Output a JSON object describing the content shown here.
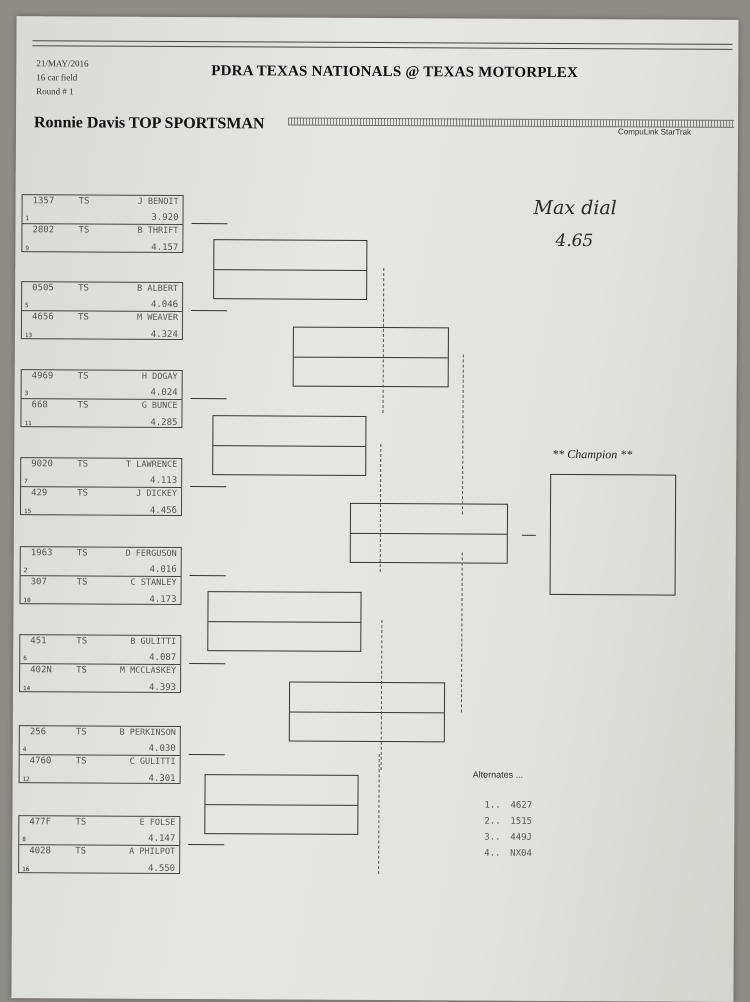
{
  "header": {
    "date": "21/MAY/2016",
    "field": "16 car field",
    "round": "Round # 1",
    "title": "PDRA TEXAS NATIONALS @ TEXAS MOTORPLEX",
    "class_name": "Ronnie Davis TOP SPORTSMAN",
    "software": "CompuLink StarTrak"
  },
  "pairings": [
    {
      "top": {
        "num": "1357",
        "cls": "TS",
        "driver": "J BENOIT",
        "seed": "1",
        "dial": "3.920"
      },
      "bot": {
        "num": "2802",
        "cls": "TS",
        "driver": "B THRIFT",
        "seed": "9",
        "dial": "4.157"
      }
    },
    {
      "top": {
        "num": "0505",
        "cls": "TS",
        "driver": "B ALBERT",
        "seed": "5",
        "dial": "4.046"
      },
      "bot": {
        "num": "4656",
        "cls": "TS",
        "driver": "M WEAVER",
        "seed": "13",
        "dial": "4.324"
      }
    },
    {
      "top": {
        "num": "4969",
        "cls": "TS",
        "driver": "H DOGAY",
        "seed": "3",
        "dial": "4.024"
      },
      "bot": {
        "num": "668",
        "cls": "TS",
        "driver": "G BUNCE",
        "seed": "11",
        "dial": "4.285"
      }
    },
    {
      "top": {
        "num": "9020",
        "cls": "TS",
        "driver": "T LAWRENCE",
        "seed": "7",
        "dial": "4.113"
      },
      "bot": {
        "num": "429",
        "cls": "TS",
        "driver": "J DICKEY",
        "seed": "15",
        "dial": "4.456"
      }
    },
    {
      "top": {
        "num": "1963",
        "cls": "TS",
        "driver": "D FERGUSON",
        "seed": "2",
        "dial": "4.016"
      },
      "bot": {
        "num": "307",
        "cls": "TS",
        "driver": "C STANLEY",
        "seed": "10",
        "dial": "4.173"
      }
    },
    {
      "top": {
        "num": "451",
        "cls": "TS",
        "driver": "B GULITTI",
        "seed": "6",
        "dial": "4.087"
      },
      "bot": {
        "num": "402N",
        "cls": "TS",
        "driver": "M MCCLASKEY",
        "seed": "14",
        "dial": "4.393"
      }
    },
    {
      "top": {
        "num": "256",
        "cls": "TS",
        "driver": "B PERKINSON",
        "seed": "4",
        "dial": "4.030"
      },
      "bot": {
        "num": "4760",
        "cls": "TS",
        "driver": "C GULITTI",
        "seed": "12",
        "dial": "4.301"
      }
    },
    {
      "top": {
        "num": "477F",
        "cls": "TS",
        "driver": "E FOLSE",
        "seed": "8",
        "dial": "4.147"
      },
      "bot": {
        "num": "4028",
        "cls": "TS",
        "driver": "A PHILPOT",
        "seed": "16",
        "dial": "4.550"
      }
    }
  ],
  "champion_label": "** Champion **",
  "handwritten": {
    "line1": "Max dial",
    "line2": "4.65"
  },
  "alternates": {
    "title": "Alternates ...",
    "items": [
      {
        "n": "1..",
        "car": "4627"
      },
      {
        "n": "2..",
        "car": "1515"
      },
      {
        "n": "3..",
        "car": "449J"
      },
      {
        "n": "4..",
        "car": "NX04"
      }
    ]
  }
}
